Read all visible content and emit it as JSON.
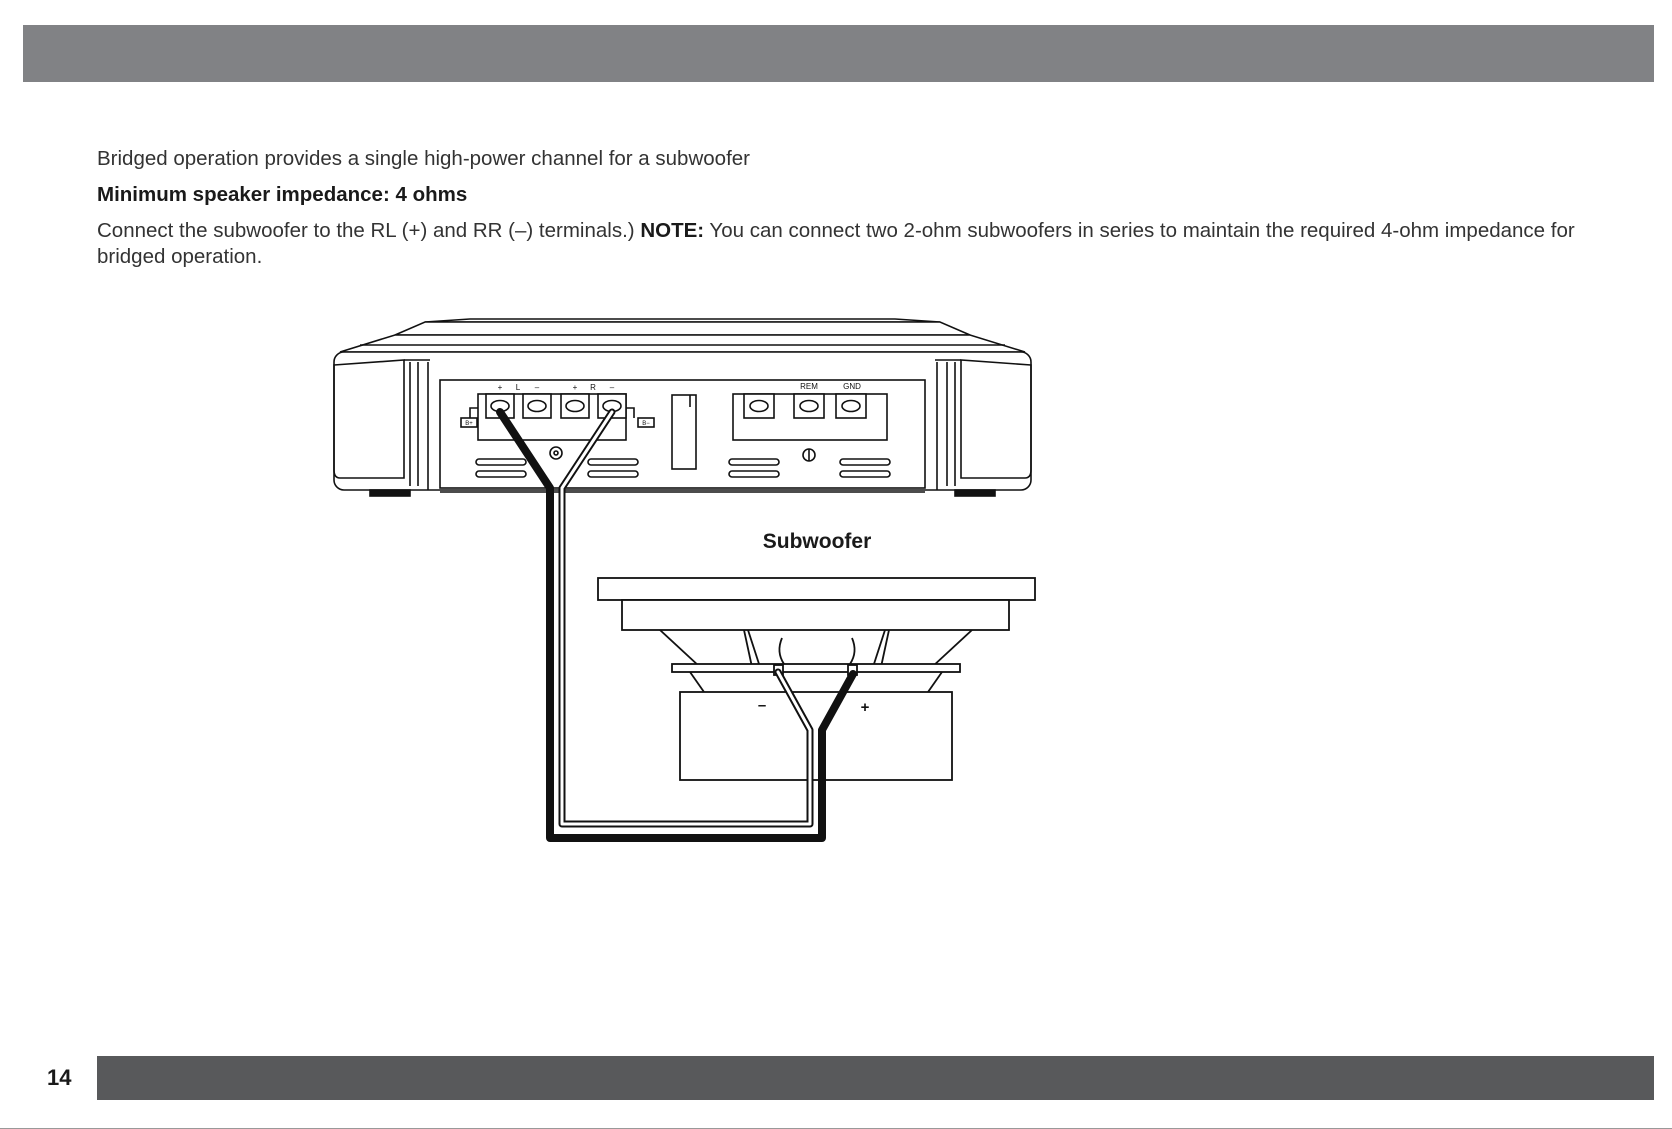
{
  "page": {
    "number": "14",
    "intro_line": "Bridged operation provides a single high-power channel for a subwoofer",
    "impedance_heading": "Minimum speaker impedance: 4 ohms",
    "connect_text": "Connect the subwoofer to the RL (+) and RR (–) terminals.)",
    "note_label": "NOTE:",
    "note_text": "You can connect two 2-ohm subwoofers in series to maintain the required 4-ohm impedance for bridged operation."
  },
  "diagram": {
    "speaker_terminals": [
      "+",
      "L",
      "–",
      "+",
      "R",
      "–"
    ],
    "power_terminals": [
      "REM",
      "GND"
    ],
    "battery_pos": "B+",
    "battery_neg": "B−",
    "subwoofer_label": "Subwoofer",
    "sub_minus": "–",
    "sub_plus": "+"
  }
}
